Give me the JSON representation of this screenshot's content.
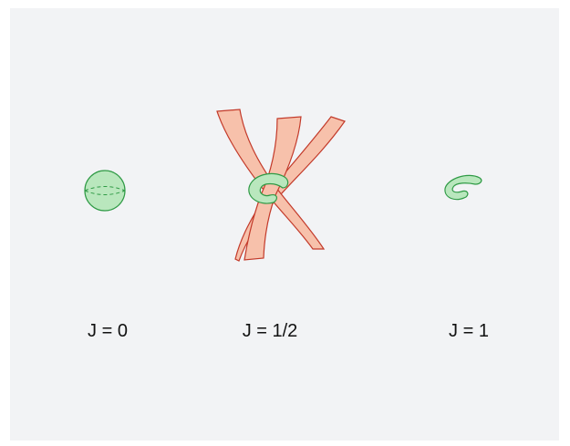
{
  "labels": [
    "J = 0",
    "J = 1/2",
    "J = 1"
  ],
  "colors": {
    "background": "#f2f3f5",
    "green_fill": "#b9e7bd",
    "green_stroke": "#2f9a45",
    "ribbon_fill": "#f7c1ab",
    "ribbon_stroke": "#c33a2a"
  }
}
